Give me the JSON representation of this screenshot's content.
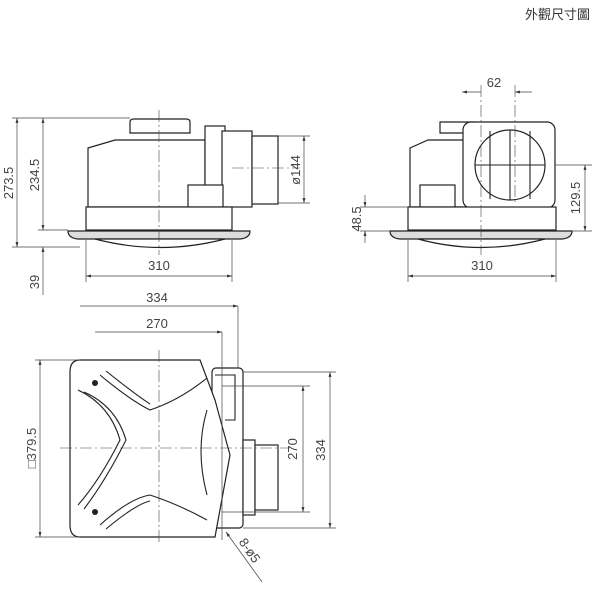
{
  "title": "外觀尺寸圖",
  "front_view": {
    "height_total": "273.5",
    "height_body": "234.5",
    "height_flange": "39",
    "width": "310",
    "duct_diameter": "ø144"
  },
  "side_view": {
    "offset": "62",
    "duct_height": "129.5",
    "base_height": "48.5",
    "width": "310"
  },
  "plan_view": {
    "outer_width": "334",
    "inner_width": "270",
    "panel_square": "□379.5",
    "inner_height": "270",
    "outer_height": "334",
    "holes": "8-ø5"
  }
}
